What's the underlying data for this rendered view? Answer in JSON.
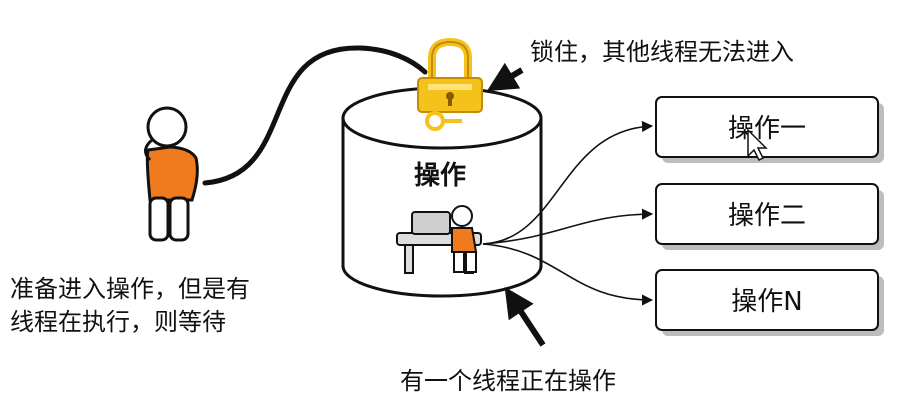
{
  "labels": {
    "lock_note": "锁住，其他线程无法进入",
    "cylinder_label": "操作",
    "waiting_line1": "准备进入操作，但是有",
    "waiting_line2": "线程在执行，则等待",
    "running_note": "有一个线程正在操作"
  },
  "operations": [
    {
      "label": "操作一"
    },
    {
      "label": "操作二"
    },
    {
      "label": "操作N"
    }
  ],
  "colors": {
    "accent_orange": "#f07a1e",
    "lock_yellow": "#f5c21b",
    "stroke": "#111111"
  },
  "icons": [
    "person-waiting-icon",
    "padlock-icon",
    "cursor-icon",
    "person-working-icon"
  ]
}
